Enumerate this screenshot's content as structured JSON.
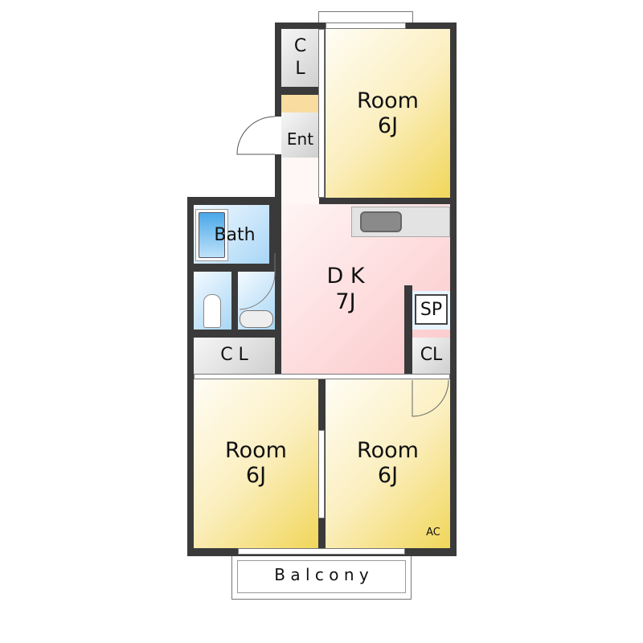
{
  "rooms": {
    "north_room": {
      "name": "Room",
      "size": "6J"
    },
    "dk": {
      "name": "D K",
      "size": "7J"
    },
    "southwest_room": {
      "name": "Room",
      "size": "6J"
    },
    "southeast_room": {
      "name": "Room",
      "size": "6J"
    },
    "bath": "Bath",
    "entrance": "Ent",
    "closet_north": {
      "l1": "C",
      "l2": "L"
    },
    "closet_west": "C L",
    "closet_east": "CL",
    "storage": "SP",
    "balcony": "B a l c o n y",
    "ac": "AC"
  }
}
